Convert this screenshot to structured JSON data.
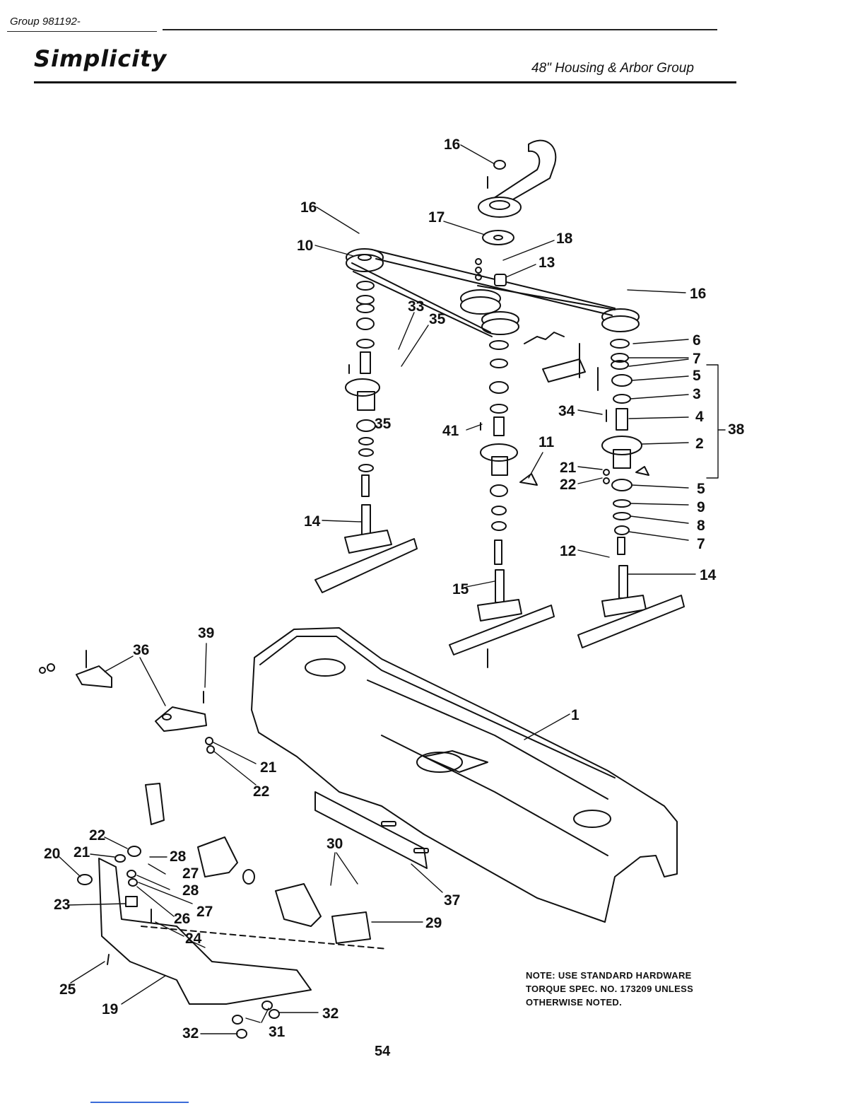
{
  "header": {
    "group": "Group 981192-",
    "brand": "Simplicity",
    "section_title": "48\" Housing & Arbor Group"
  },
  "diagram": {
    "callouts": {
      "16a": "16",
      "16b": "16",
      "16c": "16",
      "17": "17",
      "18": "18",
      "10": "10",
      "13": "13",
      "33": "33",
      "35a": "35",
      "35b": "35",
      "6": "6",
      "7a": "7",
      "5a": "5",
      "3": "3",
      "34": "34",
      "4": "4",
      "2": "2",
      "38": "38",
      "41": "41",
      "11": "11",
      "21a": "21",
      "22a": "22",
      "5b": "5",
      "9": "9",
      "8": "8",
      "7b": "7",
      "12": "12",
      "14a": "14",
      "14b": "14",
      "15": "15",
      "39": "39",
      "36": "36",
      "1": "1",
      "21b": "21",
      "22b": "22",
      "30": "30",
      "37": "37",
      "29": "29",
      "22c": "22",
      "21c": "21",
      "20": "20",
      "28a": "28",
      "27a": "27",
      "28b": "28",
      "27b": "27",
      "23": "23",
      "26": "26",
      "24": "24",
      "25": "25",
      "19": "19",
      "32a": "32",
      "32b": "32",
      "31": "31"
    }
  },
  "note": {
    "lines": [
      "NOTE: USE STANDARD HARDWARE",
      "TORQUE SPEC. NO. 173209 UNLESS",
      "OTHERWISE NOTED."
    ]
  },
  "page_number": "54",
  "colors": {
    "ink": "#111111",
    "link_underline": "#3a6bd8"
  }
}
